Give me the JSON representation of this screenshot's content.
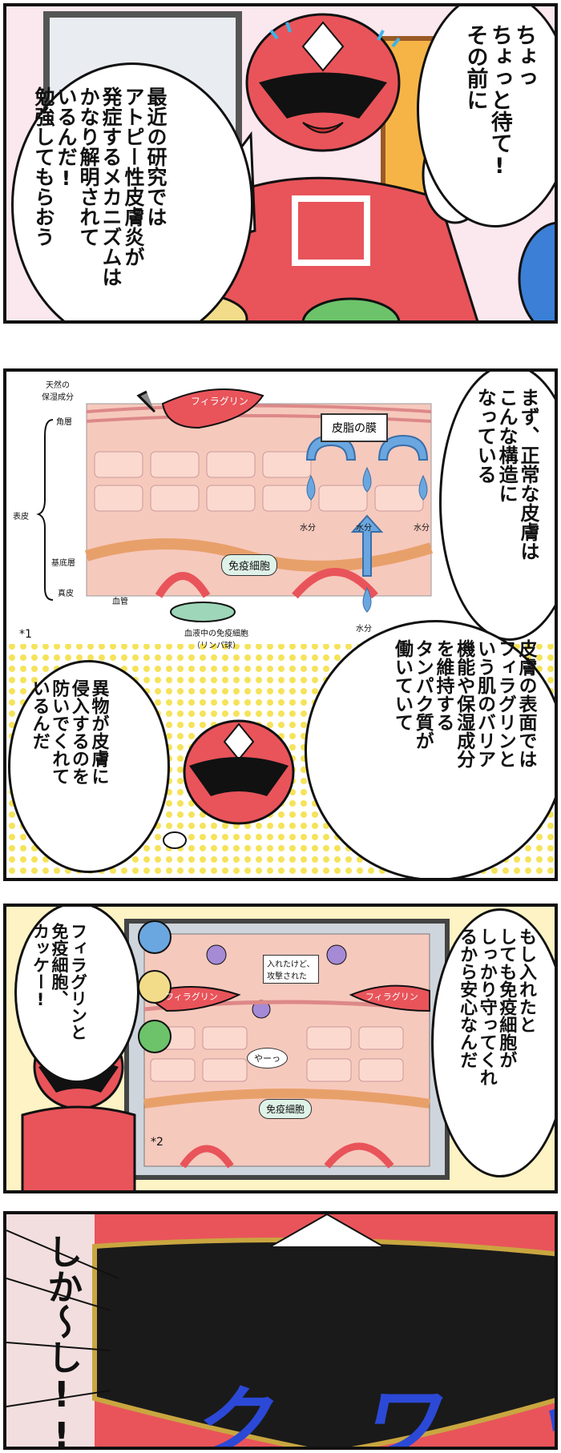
{
  "panel1": {
    "bubble_right": "ちょっ\nちょっと待て!\nその前に",
    "bubble_left": "最近の研究では\nアトピー性皮膚炎が\n発症するメカニズムは\nかなり解明されて\nいるんだ!\n勉強してもらおう"
  },
  "panel2": {
    "bubble_top": "まず、正常な皮膚は\nこんな構造に\nなっている",
    "bubble_mid": "皮膚の表面では\nフィラグリンと\nいう肌のバリア\n機能や保湿成分\nを維持する\nタンパク質が\n働いていて",
    "bubble_bottom": "異物が皮膚に\n侵入するのを\n防いでくれて\nいるんだ",
    "diagram": {
      "natural_moisture": "天然の\n保湿成分",
      "stratum_corneum": "角層",
      "epidermis": "表皮",
      "basal_layer": "基底層",
      "dermis": "真皮",
      "filaggrin": "フィラグリン",
      "sebum_film": "皮脂の膜",
      "water": "水分",
      "immune_cell": "免疫細胞",
      "blood_vessel": "血管",
      "blood_immune_cell": "血液中の免疫細胞\n（リンパ球）",
      "footnote": "*1"
    }
  },
  "panel3": {
    "bubble_right": "もし入れたと\nしても免疫細胞が\nしっかり守ってくれ\nるから安心なんだ",
    "bubble_left": "フィラグリンと\n免疫細胞、\nカッケー!",
    "diagram": {
      "filaggrin_left": "フィラグリン",
      "filaggrin_right": "フィラグリン",
      "entered_but_attacked": "入れたけど、\n攻撃された",
      "yaa": "やーっ",
      "immune_cell": "免疫細胞",
      "footnote": "*2"
    }
  },
  "panel4": {
    "shout": "しか〜し!!!",
    "sfx": "クワッ"
  },
  "colors": {
    "hero_red": "#e8545a",
    "skin_pink": "#f6c9bd",
    "cell_orange": "#f4a56a",
    "blue_arrow": "#6aa7e0",
    "dot_yellow": "#f5e35a"
  }
}
